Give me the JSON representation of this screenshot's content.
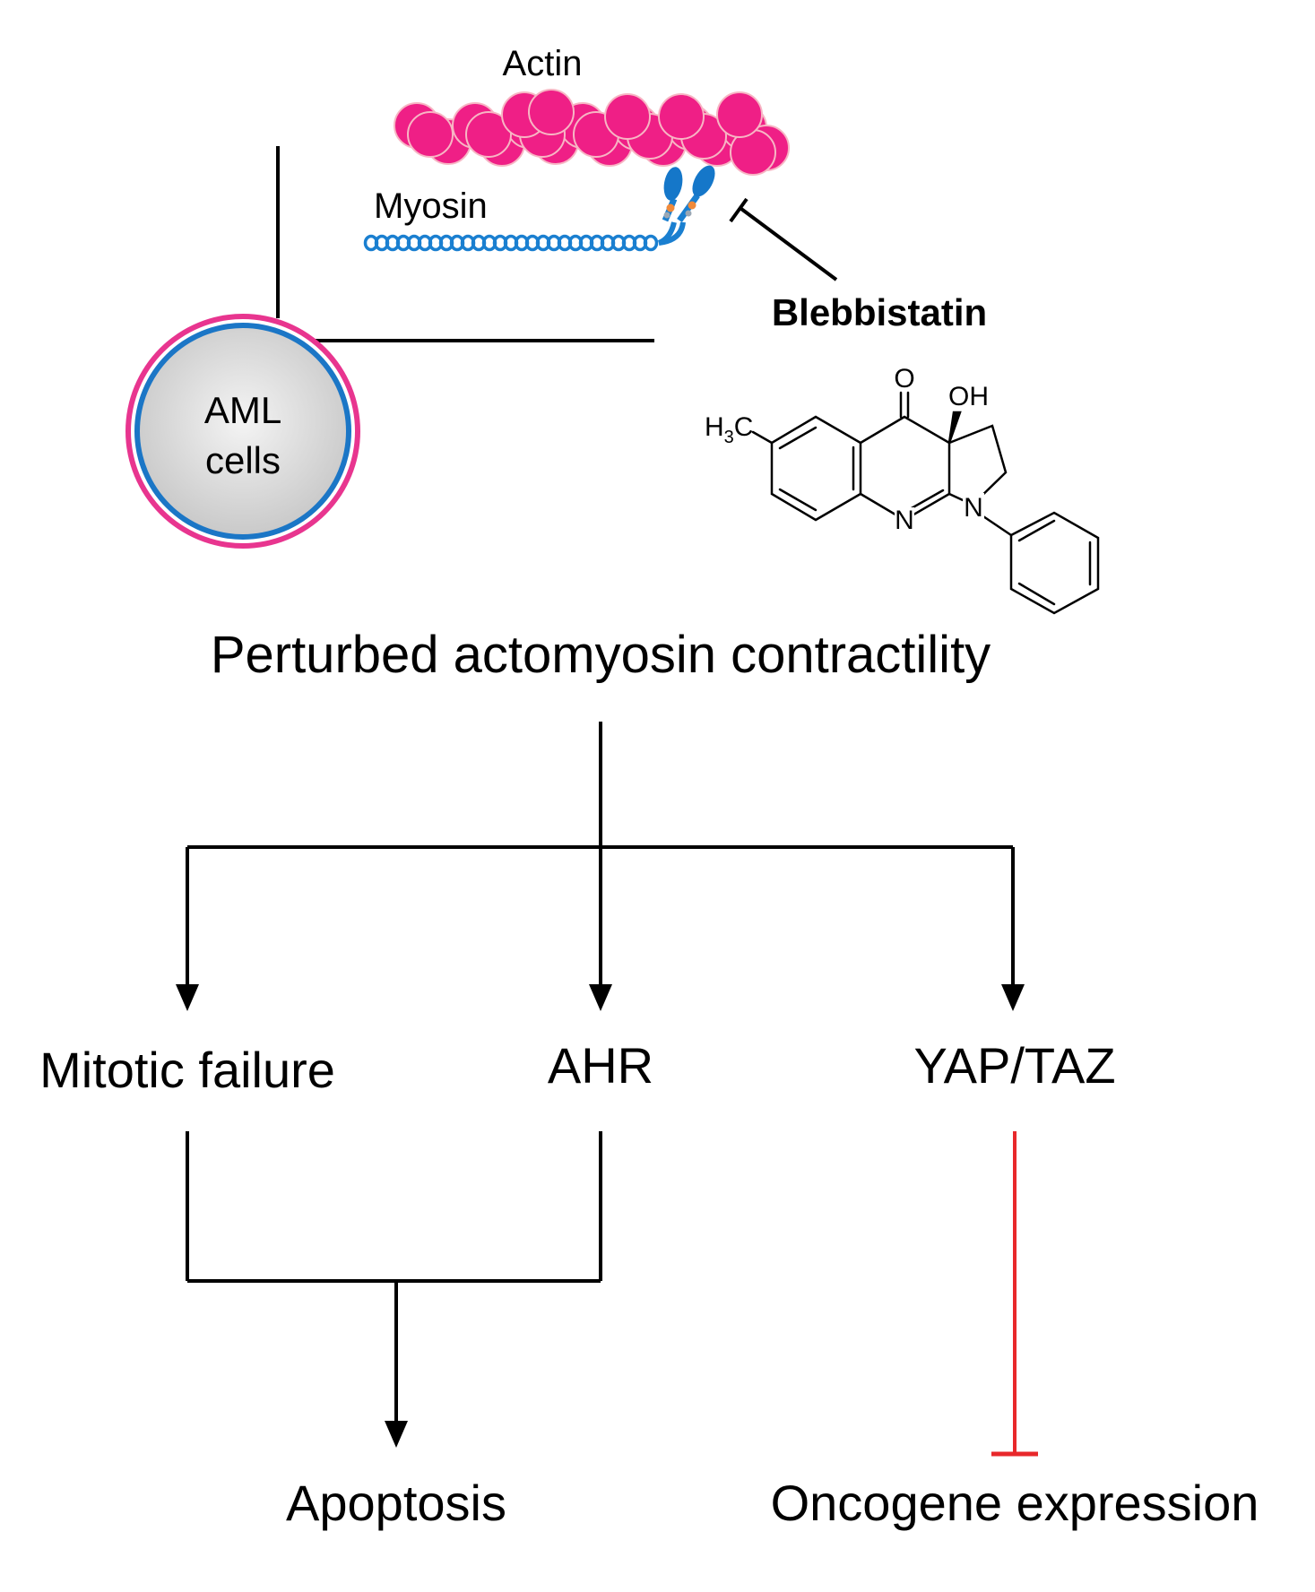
{
  "labels": {
    "actin": "Actin",
    "myosin": "Myosin",
    "blebbistatin": "Blebbistatin",
    "aml_line1": "AML",
    "aml_line2": "cells",
    "perturbed": "Perturbed actomyosin contractility",
    "mitotic_failure": "Mitotic failure",
    "ahr": "AHR",
    "yap_taz": "YAP/TAZ",
    "apoptosis": "Apoptosis",
    "oncogene": "Oncogene expression"
  },
  "molecule": {
    "o": "O",
    "oh": "OH",
    "h3c_h": "H",
    "h3c_sub": "3",
    "h3c_c": "C",
    "n_ring": "N",
    "n_pyrrol": "N"
  },
  "colors": {
    "actin_fill": "#ef1f86",
    "actin_stroke": "#f7b6c4",
    "myosin": "#1a7fd0",
    "myosin_head": "#1577c9",
    "cell_outer": "#e8358f",
    "cell_inner": "#1b76c6",
    "cell_fill": "#d9d9d9",
    "inhibition_red": "#e8282b",
    "line": "#000000"
  }
}
